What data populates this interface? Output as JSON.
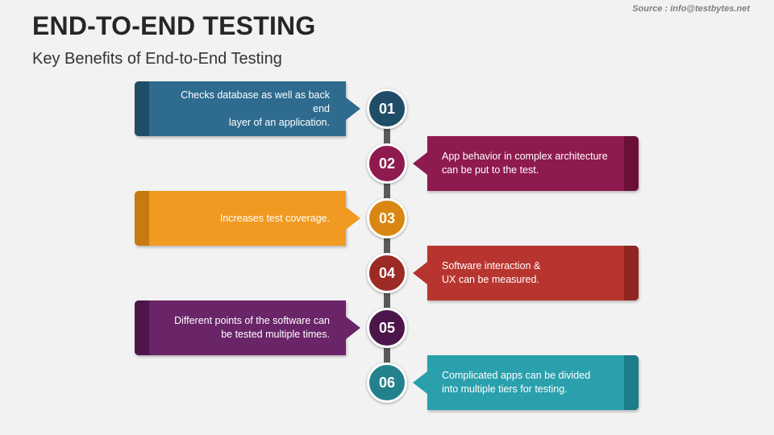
{
  "header": {
    "title": "END-TO-END TESTING",
    "subtitle": "Key Benefits of End-to-End Testing",
    "source": "Source : info@testbytes.net"
  },
  "items": [
    {
      "number": "01",
      "text": "Checks database as well as back end\nlayer of an application.",
      "side": "left",
      "color": "#2e6b8f",
      "tab_color": "#1f4d68"
    },
    {
      "number": "02",
      "text": "App behavior in complex architecture\ncan be put to the test.",
      "side": "right",
      "color": "#8e1a4f",
      "tab_color": "#6a1038"
    },
    {
      "number": "03",
      "text": "Increases test coverage.",
      "side": "left",
      "color": "#f19a21",
      "tab_color": "#c87a10"
    },
    {
      "number": "04",
      "text": "Software interaction &\nUX can be measured.",
      "side": "right",
      "color": "#b8352f",
      "tab_color": "#8f2520"
    },
    {
      "number": "05",
      "text": "Different points of the software can\nbe tested multiple times.",
      "side": "left",
      "color": "#6a2468",
      "tab_color": "#4d164b"
    },
    {
      "number": "06",
      "text": "Complicated apps can be divided\ninto multiple tiers for testing.",
      "side": "right",
      "color": "#2aa0ad",
      "tab_color": "#1c7c87"
    }
  ],
  "circle_colors": [
    "#1f4d68",
    "#8e1a4f",
    "#d98712",
    "#9c2a25",
    "#4d164b",
    "#23818c"
  ]
}
